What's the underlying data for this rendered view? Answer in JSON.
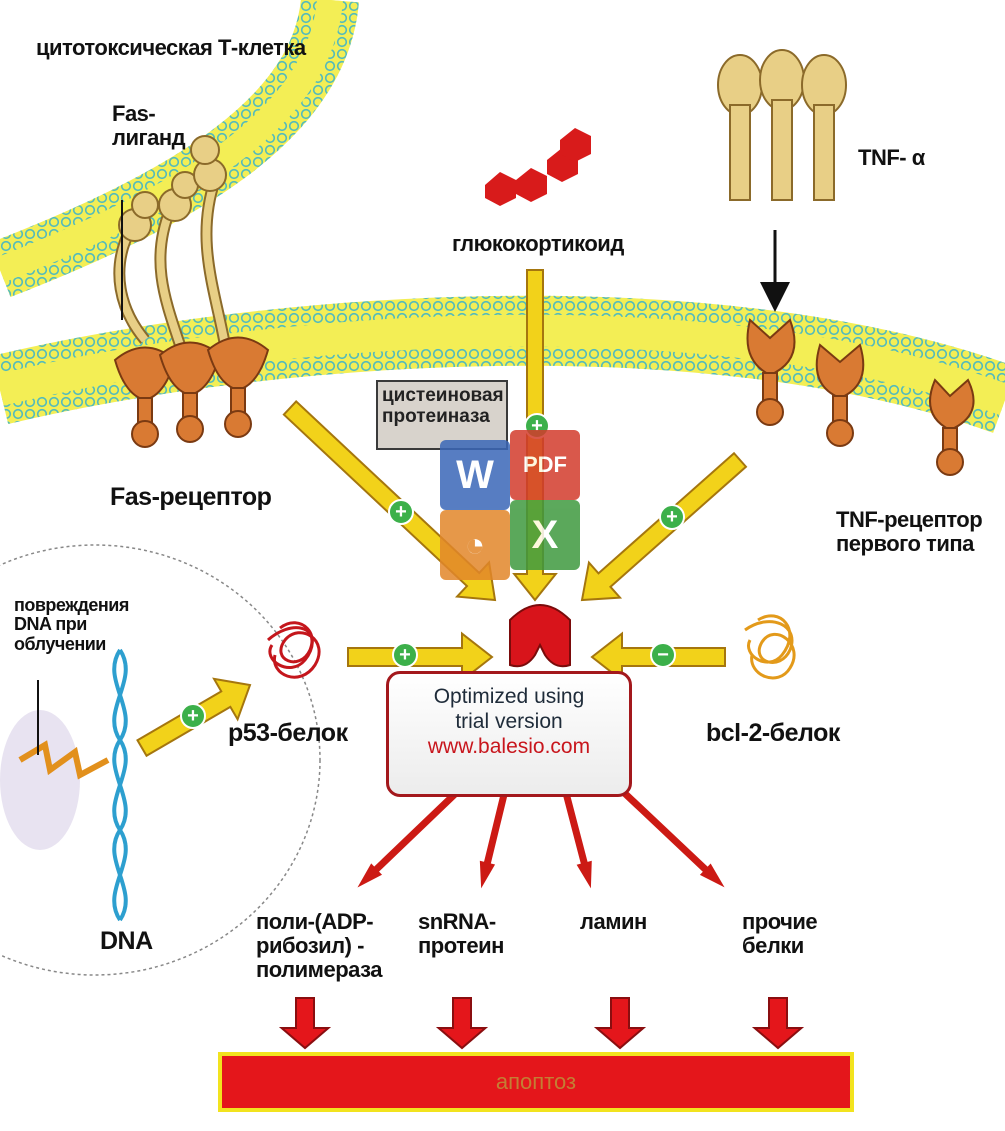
{
  "labels": {
    "cytotoxic_cell": "цитотоксическая Т-клетка",
    "fas_ligand": "Fas-\nлиганд",
    "glucocorticoid": "глюкокортикоид",
    "tnf_alpha": "TNF- α",
    "cysteine_protease": "цистеиновая\nпротеиназа",
    "fas_receptor": "Fas-рецептор",
    "tnf_receptor": "TNF-рецептор\nпервого типа",
    "dna_damage": "повреждения\nDNA при\nоблучении",
    "p53": "р53-белок",
    "bcl2": "bcl-2-белок",
    "dna": "DNA",
    "substrate_parp": "поли-(ADP-\nрибозил) -\nполимераза",
    "substrate_snrna": "snRNA-\nпротеин",
    "substrate_lamin": "ламин",
    "substrate_other": "прочие\nбелки",
    "apoptosis": "апоптоз"
  },
  "signs": {
    "plus": "+",
    "minus": "−"
  },
  "watermark": {
    "line1": "Optimized using",
    "line2": "trial version",
    "url": "www.balesio.com",
    "icons": {
      "word": "W",
      "pdf": "PDF",
      "excel": "X"
    }
  },
  "colors": {
    "membrane_outer": "#6ec9dc",
    "membrane_inner": "#f3ee55",
    "receptor": "#d97a33",
    "ligand": "#e8cf86",
    "activation_arrow": "#f2d21a",
    "protease": "#d8141b",
    "substrate_arrow": "#cc1a14",
    "apoptosis_bar": "#e4161b"
  }
}
